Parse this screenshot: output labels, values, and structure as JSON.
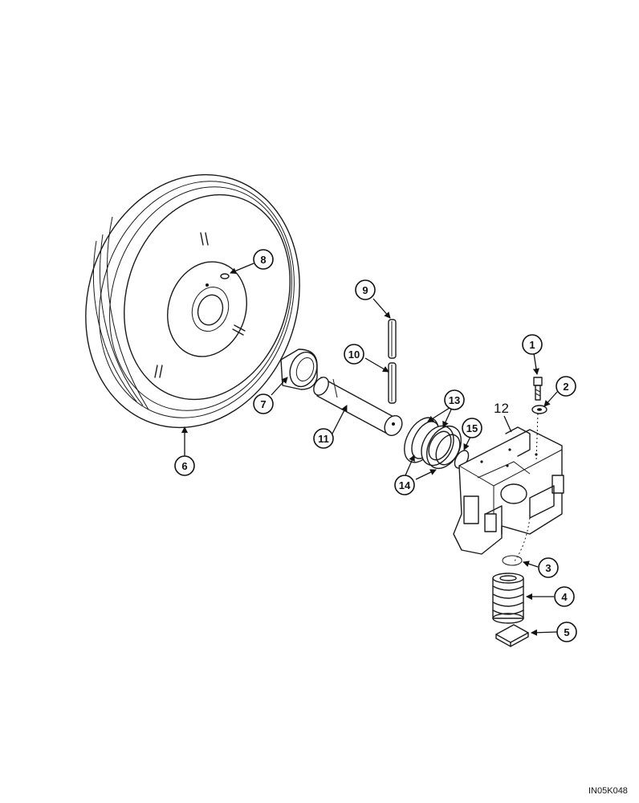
{
  "callouts": {
    "c1": "1",
    "c2": "2",
    "c3": "3",
    "c4": "4",
    "c5": "5",
    "c6": "6",
    "c7": "7",
    "c8": "8",
    "c9": "9",
    "c10": "10",
    "c11": "11",
    "c13": "13",
    "c14": "14",
    "c15": "15"
  },
  "label_12": "12",
  "figure_code": "IN05K048"
}
